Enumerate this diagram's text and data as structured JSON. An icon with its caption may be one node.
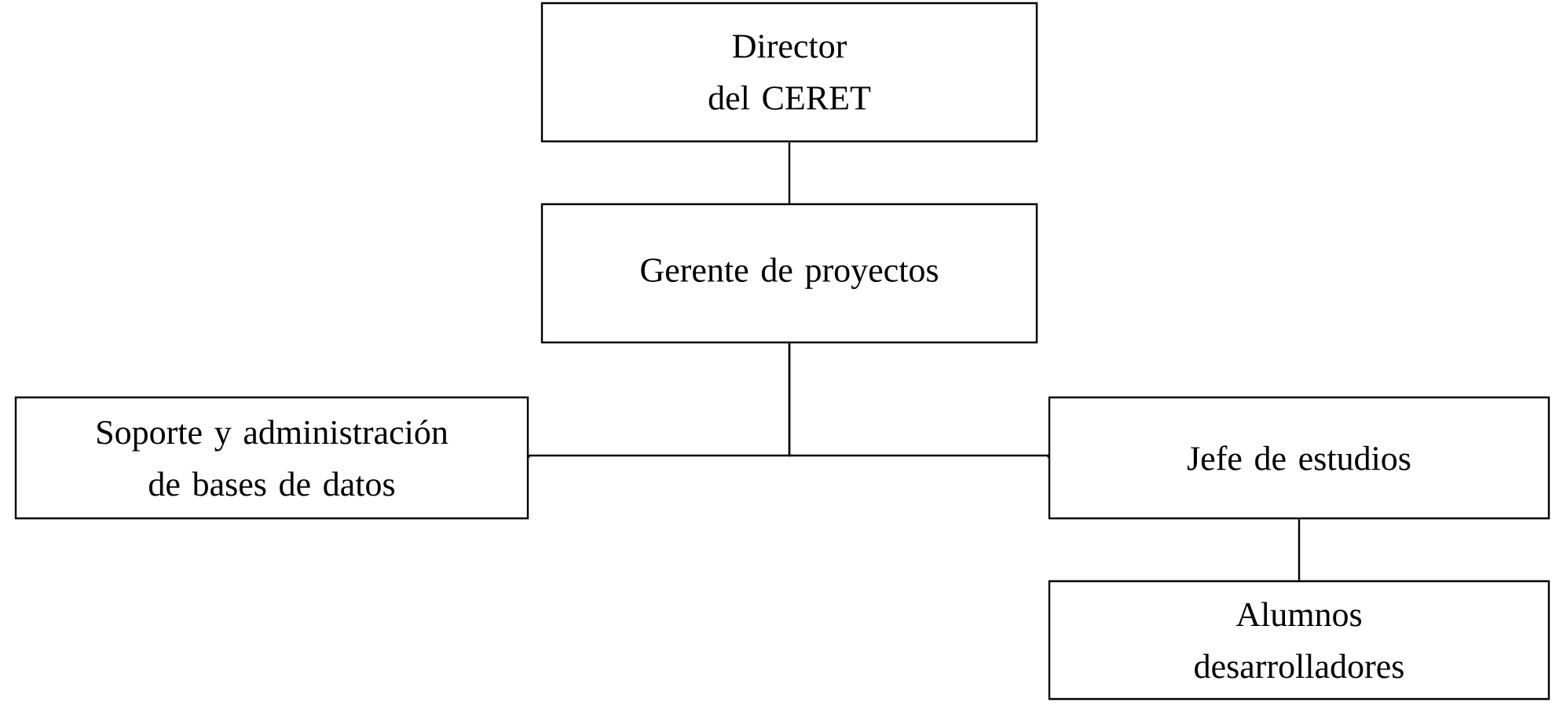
{
  "diagram": {
    "nodes": [
      {
        "text": [
          "Director del CERET"
        ]
      },
      {
        "text": [
          "Gerente de proyectos"
        ]
      },
      {
        "text": [
          "Soporte y administración de bases de datos"
        ]
      },
      {
        "text": [
          "Jefe de estudios"
        ]
      },
      {
        "text": [
          "Alumnos desarrolladores"
        ]
      }
    ],
    "edges": [
      {
        "from": 0,
        "to": 1,
        "arrow": "none"
      },
      {
        "from": 1,
        "to": 2,
        "arrow": "none"
      },
      {
        "from": 1,
        "to": 3,
        "arrow": "none"
      },
      {
        "from": 3,
        "to": 4,
        "arrow": "none"
      }
    ]
  }
}
